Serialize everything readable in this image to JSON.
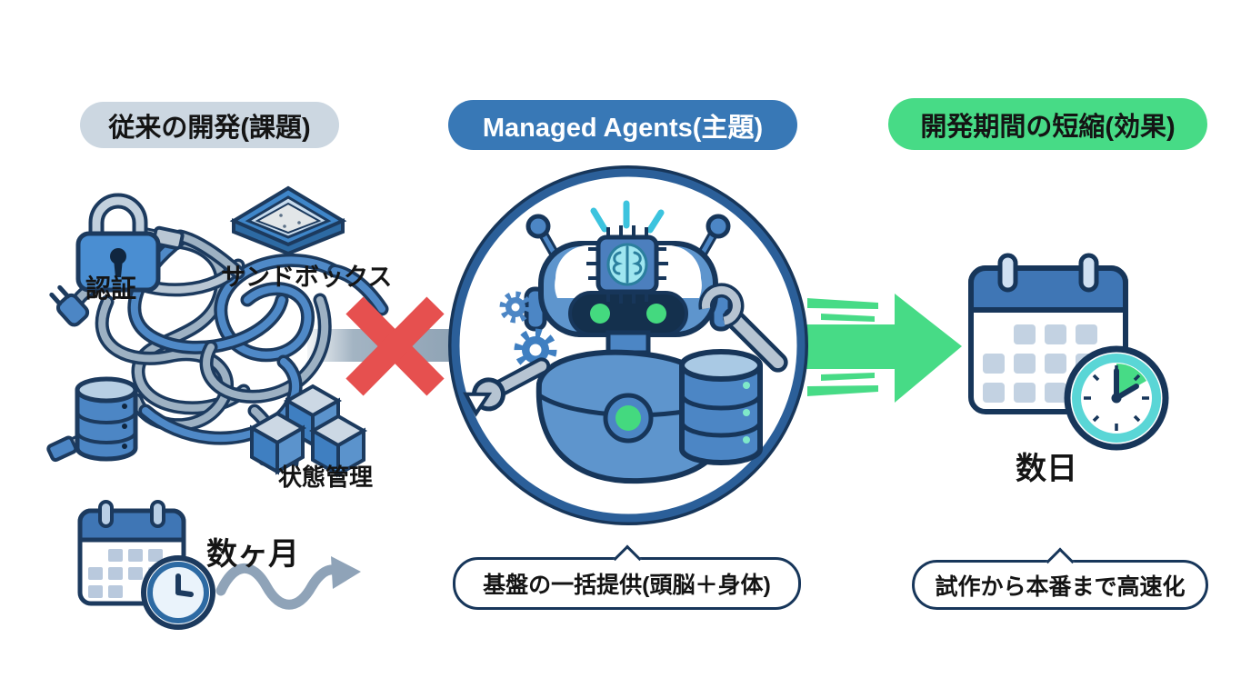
{
  "badges": {
    "left": {
      "label": "従来の開発(課題)"
    },
    "center": {
      "label": "Managed Agents(主題)"
    },
    "right": {
      "label": "開発期間の短縮(効果)"
    }
  },
  "left_panel": {
    "auth_label": "認証",
    "sandbox_label": "サンドボックス",
    "state_label": "状態管理",
    "duration_label": "数ヶ月"
  },
  "center_panel": {
    "callout": "基盤の一括提供(頭脳＋身体)"
  },
  "right_panel": {
    "duration_label": "数日",
    "callout": "試作から本番まで高速化"
  },
  "icons": {
    "left": [
      "lock-icon",
      "power-plug-icon",
      "sandbox-icon",
      "tangled-cables-icon",
      "usb-connector-icon",
      "database-icon",
      "cubes-icon",
      "calendar-clock-icon",
      "wavy-arrow-icon"
    ],
    "middle": [
      "cross-icon",
      "robot-agent-icon",
      "gear-icon",
      "wrench-icon",
      "brain-chip-icon",
      "database-icon",
      "speed-arrow-icon"
    ],
    "right": [
      "calendar-days-icon",
      "stopwatch-icon"
    ]
  },
  "colors": {
    "badge_left_bg": "#ccd7e1",
    "badge_center_bg": "#3878b6",
    "badge_right_bg": "#47db86",
    "cross_red": "#e6504f",
    "arrow_green": "#47db86",
    "outline_navy": "#17365a",
    "fill_blue": "#4c86c5",
    "wire_steel": "#9db1c3",
    "accent_teal": "#5ad6d6",
    "eye_green": "#44d97f"
  }
}
